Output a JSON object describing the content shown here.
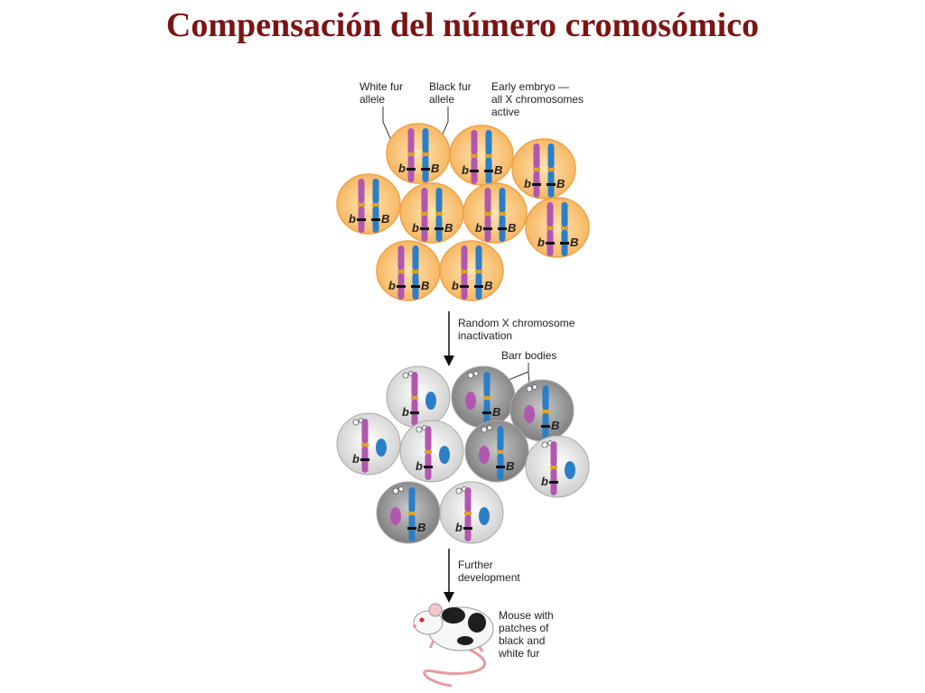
{
  "title": "Compensación del número cromosómico",
  "labels": {
    "white_allele_line1": "White fur",
    "white_allele_line2": "allele",
    "black_allele_line1": "Black fur",
    "black_allele_line2": "allele",
    "embryo_line1": "Early embryo —",
    "embryo_line2": "all X chromosomes",
    "embryo_line3": "active",
    "step1_line1": "Random X chromosome",
    "step1_line2": "inactivation",
    "barr_bodies": "Barr bodies",
    "step2_line1": "Further",
    "step2_line2": "development",
    "mouse_line1": "Mouse with",
    "mouse_line2": "patches of",
    "mouse_line3": "black and",
    "mouse_line4": "white fur"
  },
  "alleles": {
    "white": "b",
    "black": "B"
  },
  "colors": {
    "title": "#7b1414",
    "embryo_cell_fill": "#fbd08a",
    "embryo_cell_stroke": "#f0a24a",
    "light_cell": "#ececec",
    "dark_cell": "#9a9a9a",
    "magenta_chromosome": "#b257b0",
    "blue_chromosome": "#2a7fc7",
    "centromere": "#e0a030"
  },
  "inactivated_cells": [
    {
      "inactive": "blue"
    },
    {
      "inactive": "magenta"
    },
    {
      "inactive": "magenta"
    },
    {
      "inactive": "blue"
    },
    {
      "inactive": "blue"
    },
    {
      "inactive": "magenta"
    },
    {
      "inactive": "blue"
    },
    {
      "inactive": "magenta"
    },
    {
      "inactive": "blue"
    }
  ]
}
